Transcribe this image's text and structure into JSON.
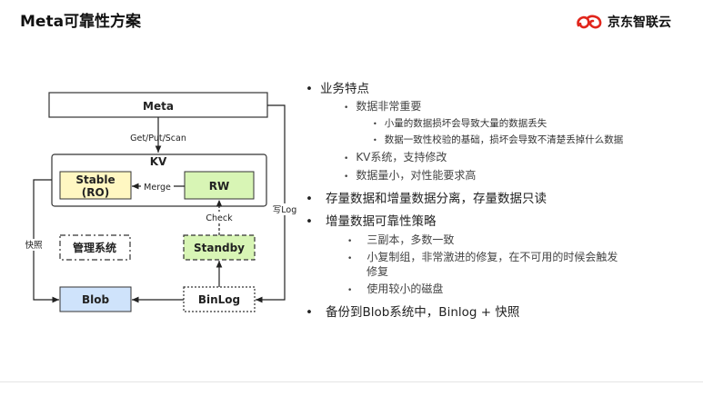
{
  "title": "Meta可靠性方案",
  "logo": {
    "icon": "jd-cloud-logo-icon",
    "text": "京东智联云",
    "color": "#e1251b"
  },
  "diagram": {
    "nodes": {
      "meta": "Meta",
      "kv": "KV",
      "stable_line1": "Stable",
      "stable_line2": "(RO)",
      "rw": "RW",
      "mgmt": "管理系统",
      "standby": "Standby",
      "blob": "Blob",
      "binlog": "BinLog"
    },
    "edges": {
      "get_put_scan": "Get/Put/Scan",
      "merge": "Merge",
      "check": "Check",
      "snapshot": "快照",
      "write_log": "写Log"
    },
    "colors": {
      "stable": "#fff7c2",
      "rw": "#d8f5b5",
      "standby": "#d8f5b5",
      "blob": "#cfe3fb"
    }
  },
  "bullets": [
    {
      "level": 1,
      "text": "业务特点"
    },
    {
      "level": 2,
      "text": "数据非常重要"
    },
    {
      "level": 3,
      "text": "小量的数据损坏会导致大量的数据丢失"
    },
    {
      "level": 3,
      "text": "数据一致性校验的基础，损坏会导致不清楚丢掉什么数据"
    },
    {
      "level": 2,
      "text": "KV系统，支持修改"
    },
    {
      "level": 2,
      "text": "数据量小，对性能要求高"
    },
    {
      "level": 1,
      "text": "存量数据和增量数据分离，存量数据只读"
    },
    {
      "level": 1,
      "text": "增量数据可靠性策略"
    },
    {
      "level": 2,
      "text": "三副本，多数一致"
    },
    {
      "level": 2,
      "text": "小复制组，非常激进的修复，在不可用的时候会触发"
    },
    {
      "level": 2,
      "text": "修复"
    },
    {
      "level": 2,
      "text": "使用较小的磁盘"
    },
    {
      "level": 1,
      "text": "备份到Blob系统中，Binlog + 快照"
    }
  ]
}
